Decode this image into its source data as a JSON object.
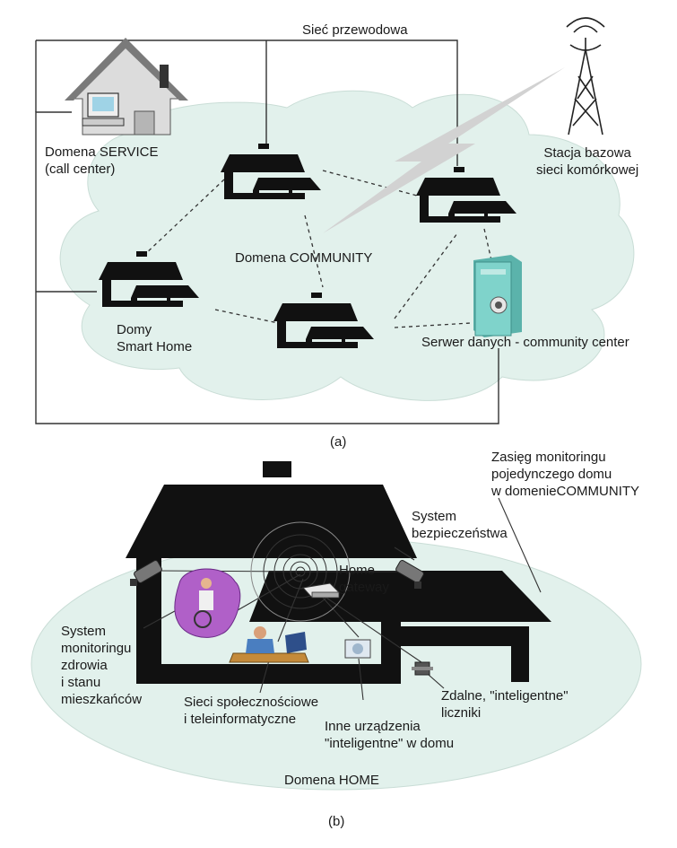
{
  "colors": {
    "cloud_fill": "#e2f1ec",
    "house": "#111111",
    "server": "#6cc4bd",
    "lines": "#333333",
    "lightning": "#cfcfcf"
  },
  "panel_a": {
    "wired_network": "Sieć przewodowa",
    "service_domain": "Domena SERVICE\n(call center)",
    "base_station": "Stacja bazowa\nsieci komórkowej",
    "community_domain": "Domena COMMUNITY",
    "smart_home_houses": "Domy\nSmart Home",
    "data_server": "Serwer danych - community center",
    "caption": "(a)"
  },
  "panel_b": {
    "monitoring_range": "Zasięg monitoringu\npojedynczego domu\nw domenieCOMMUNITY",
    "security_system": "System\nbezpieczeństwa",
    "home_gateway": "Home\ngateway",
    "health_monitoring": "System\nmonitoringu\nzdrowia\ni stanu\nmieszkańców",
    "social_networks": "Sieci społecznościowe\ni teleinformatyczne",
    "smart_devices": "Inne urządzenia\n\"inteligentne\" w domu",
    "smart_meters": "Zdalne, \"inteligentne\"\nliczniki",
    "home_domain": "Domena HOME",
    "caption": "(b)"
  }
}
